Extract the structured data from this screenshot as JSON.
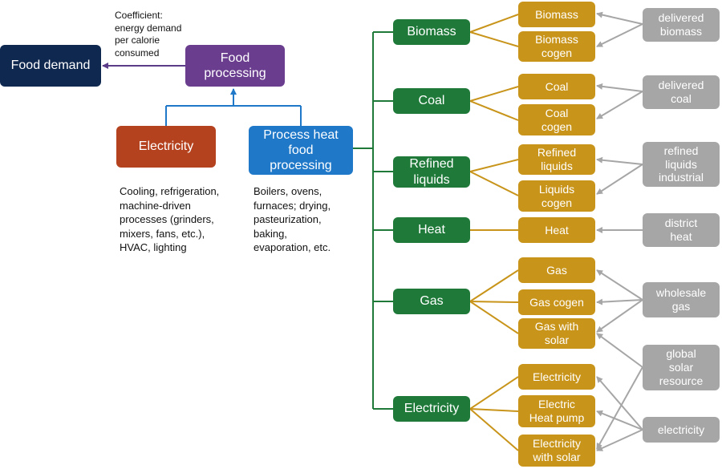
{
  "diagram": {
    "food_demand": "Food demand",
    "food_processing": "Food\nprocessing",
    "coefficient_note": "Coefficient:\nenergy demand\nper calorie\nconsumed",
    "electricity_service": "Electricity",
    "process_heat": "Process heat\nfood\nprocessing",
    "electricity_uses": "Cooling, refrigeration,\nmachine-driven\nprocesses (grinders,\nmixers, fans, etc.),\nHVAC, lighting",
    "process_heat_uses": "Boilers, ovens,\nfurnaces; drying,\npasteurization,\nbaking,\nevaporation, etc.",
    "fuels": {
      "biomass": "Biomass",
      "coal": "Coal",
      "refined_liquids": "Refined\nliquids",
      "heat": "Heat",
      "gas": "Gas",
      "electricity": "Electricity"
    },
    "technologies": {
      "biomass": "Biomass",
      "biomass_cogen": "Biomass\ncogen",
      "coal": "Coal",
      "coal_cogen": "Coal\ncogen",
      "refined_liquids": "Refined\nliquids",
      "liquids_cogen": "Liquids\ncogen",
      "heat": "Heat",
      "gas": "Gas",
      "gas_cogen": "Gas cogen",
      "gas_with_solar": "Gas with\nsolar",
      "electricity": "Electricity",
      "electric_heat_pump": "Electric\nHeat pump",
      "electricity_with_solar": "Electricity\nwith solar"
    },
    "inputs": {
      "delivered_biomass": "delivered\nbiomass",
      "delivered_coal": "delivered\ncoal",
      "refined_liquids_industrial": "refined\nliquids\nindustrial",
      "district_heat": "district\nheat",
      "wholesale_gas": "wholesale\ngas",
      "global_solar_resource": "global\nsolar\nresource",
      "electricity": "electricity"
    },
    "colors": {
      "navy": "#0f2850",
      "purple": "#6a3d8f",
      "purple_line": "#5b3c88",
      "rust": "#b5421f",
      "blue": "#1f78c8",
      "green": "#1f7a3a",
      "gold": "#c8941a",
      "grey": "#a6a6a6"
    }
  }
}
